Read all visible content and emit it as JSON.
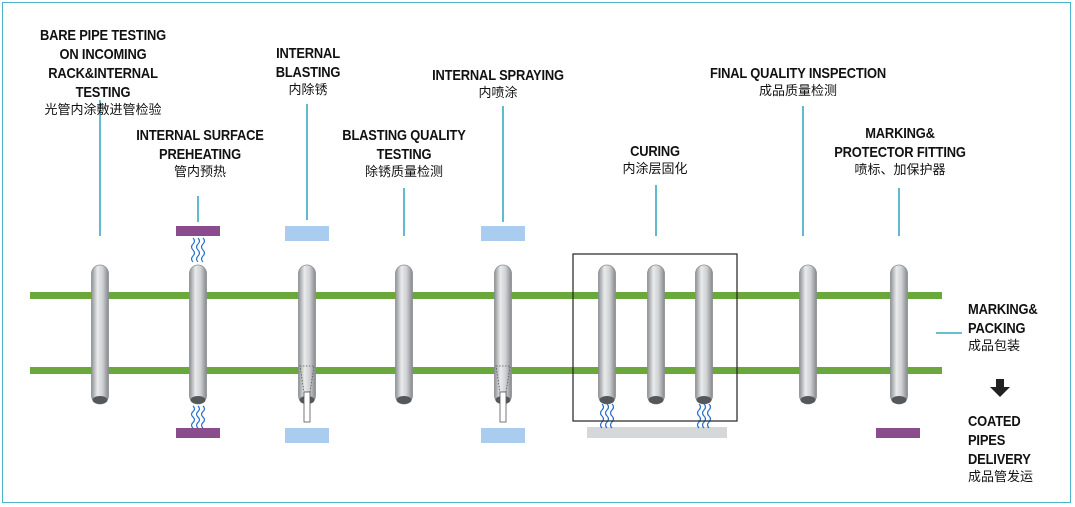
{
  "stages": [
    {
      "id": "bare-pipe-testing",
      "en": [
        "BARE PIPE TESTING",
        "ON INCOMING",
        "RACK&INTERNAL TESTING"
      ],
      "zh": "光管内涂敷进管检验"
    },
    {
      "id": "internal-surface-preheating",
      "en": [
        "INTERNAL SURFACE",
        "PREHEATING"
      ],
      "zh": "管内预热"
    },
    {
      "id": "internal-blasting",
      "en": [
        "INTERNAL",
        "BLASTING"
      ],
      "zh": "内除锈"
    },
    {
      "id": "blasting-quality-testing",
      "en": [
        "BLASTING QUALITY",
        "TESTING"
      ],
      "zh": "除锈质量检测"
    },
    {
      "id": "internal-spraying",
      "en": [
        "INTERNAL SPRAYING"
      ],
      "zh": "内喷涂"
    },
    {
      "id": "curing",
      "en": [
        "CURING"
      ],
      "zh": "内涂层固化"
    },
    {
      "id": "final-quality-inspection",
      "en": [
        "FINAL QUALITY INSPECTION"
      ],
      "zh": "成品质量检测"
    },
    {
      "id": "marking-protector-fitting",
      "en": [
        "MARKING&",
        "PROTECTOR FITTING"
      ],
      "zh": "喷标、加保护器"
    },
    {
      "id": "marking-packing",
      "en": [
        "MARKING&",
        "PACKING"
      ],
      "zh": "成品包装"
    },
    {
      "id": "coated-pipes-delivery",
      "en": [
        "COATED",
        "PIPES",
        "DELIVERY"
      ],
      "zh": "成品管发运"
    }
  ],
  "colors": {
    "rail": "#6aa83c",
    "pipe": "#c9cbcd",
    "pipe_edge": "#8c8f92",
    "leader": "#3aa8c2",
    "heater": "#8b4c8e",
    "blast_pad": "#a9ccef",
    "curing_pad": "#d6d7d8",
    "heat_wave": "#2a6fc9",
    "arrow": "#222222"
  },
  "icons": [
    "heat-wave-icon",
    "blast-nozzle-icon",
    "arrow-down-icon"
  ]
}
